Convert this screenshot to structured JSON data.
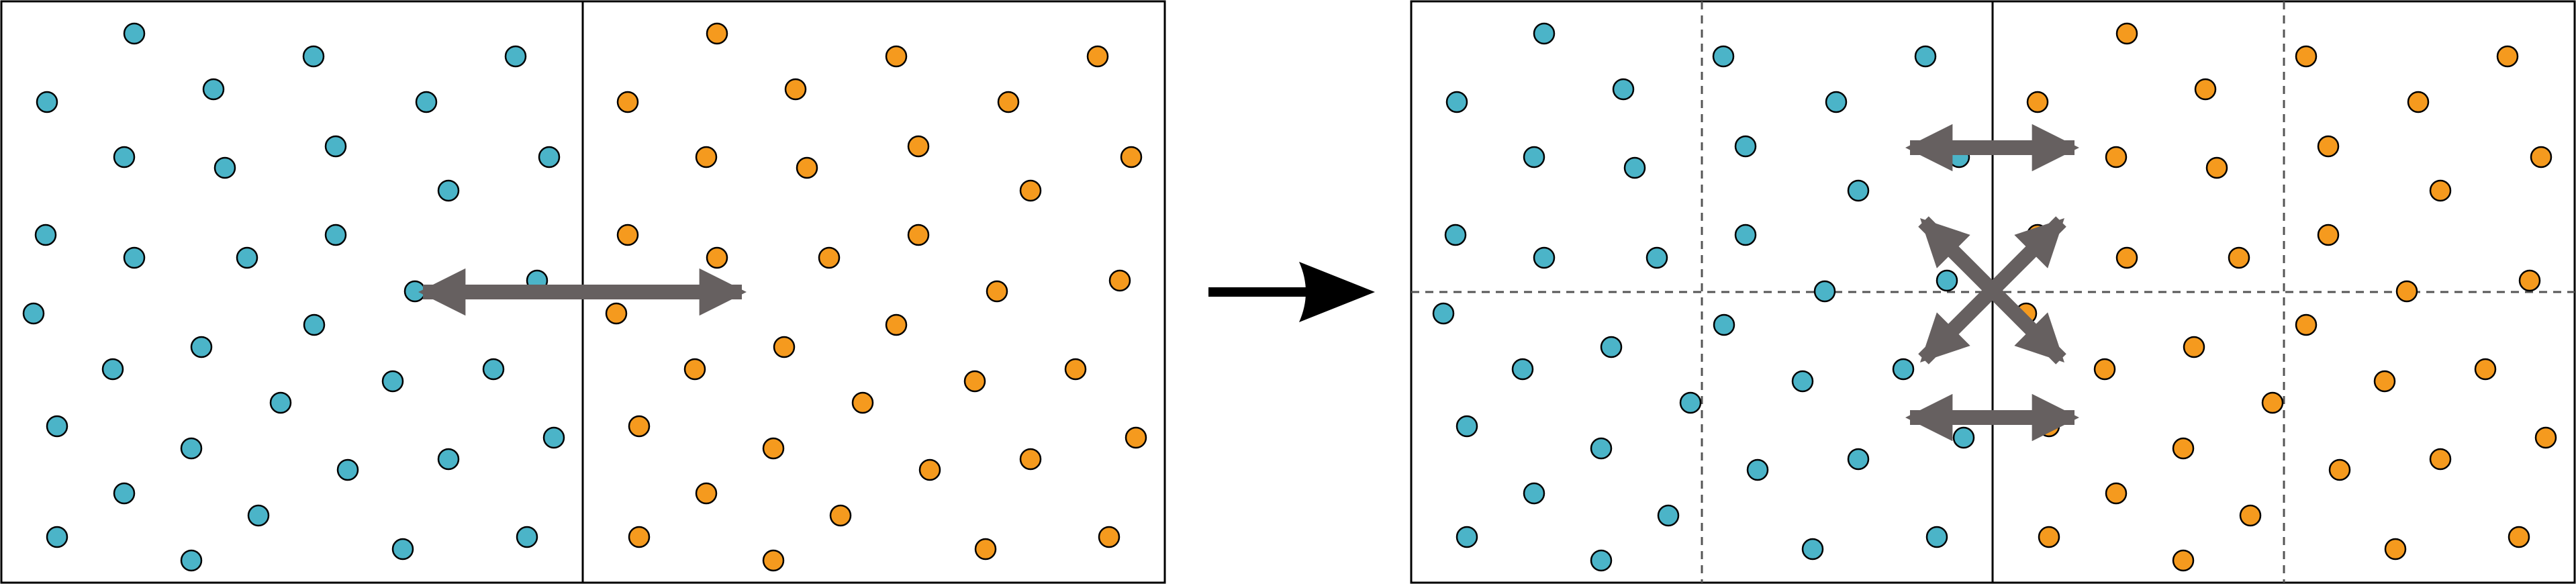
{
  "colors": {
    "left_particle_fill": "#4bb4c8",
    "right_particle_fill": "#f59a1e",
    "particle_stroke": "#000000",
    "box_stroke": "#000000",
    "dashed_line": "#555555",
    "exchange_arrow": "#666060",
    "transition_arrow": "#000000",
    "background": "#ffffff"
  },
  "panels": [
    {
      "name": "before",
      "subdomains": {
        "columns": 2,
        "rows": 1
      },
      "exchange_arrows": [
        {
          "direction": "horizontal"
        }
      ]
    },
    {
      "name": "after",
      "subdomains": {
        "columns": 4,
        "rows": 2
      },
      "exchange_arrows": [
        {
          "direction": "horizontal-top"
        },
        {
          "direction": "diagonal-up-right"
        },
        {
          "direction": "diagonal-up-left"
        },
        {
          "direction": "horizontal-bottom"
        }
      ]
    }
  ],
  "transition": {
    "icon": "right-arrow-icon"
  }
}
